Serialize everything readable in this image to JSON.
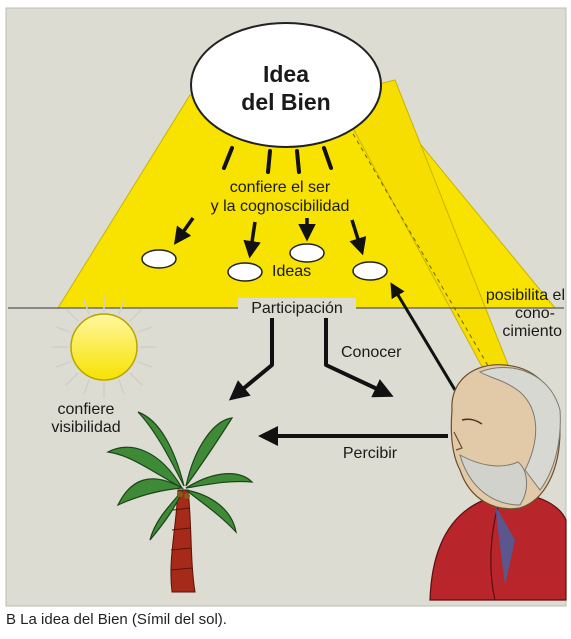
{
  "diagram": {
    "idea_title_line1": "Idea",
    "idea_title_line2": "del Bien",
    "confers_line1": "confiere el ser",
    "confers_line2": "y la cognoscibilidad",
    "ideas_label": "Ideas",
    "participation_label": "Participación",
    "enables_line1": "posibilita el",
    "enables_line2": "cono-",
    "enables_line3": "cimiento",
    "know_label": "Conocer",
    "visibility_line1": "confiere",
    "visibility_line2": "visibilidad",
    "perceive_label": "Percibir",
    "caption": "B  La idea del Bien (Símil del sol)."
  },
  "colors": {
    "background": "#dcdcd2",
    "light_beam": "#f7e200",
    "sun": "#f7e200",
    "palm_leaves": "#2e6b2a",
    "palm_trunk": "#a52a1a",
    "robe": "#b8262b",
    "arrow": "#111111"
  },
  "icons": [
    "sun-icon",
    "palm-tree-icon",
    "thinker-figure-icon",
    "idea-oval-icon"
  ]
}
